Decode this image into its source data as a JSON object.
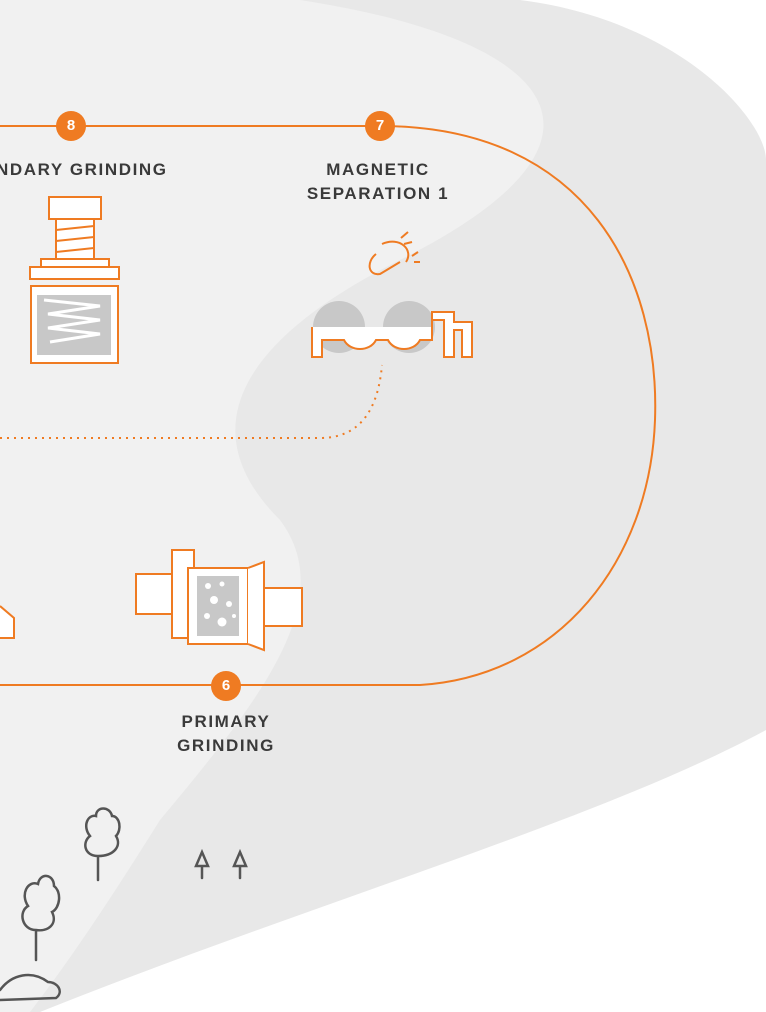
{
  "colors": {
    "accent": "#ef7b22",
    "band_outer": "#e8e8e8",
    "band_inner": "#f1f1f1",
    "icon_fill": "#c8c8c8",
    "text": "#3a3a3a"
  },
  "steps": [
    {
      "number": "8",
      "label": "NDARY GRINDING",
      "icon": "secondary-grinder-icon"
    },
    {
      "number": "7",
      "label_line1": "MAGNETIC",
      "label_line2": "SEPARATION 1",
      "icon": "magnetic-separator-icon"
    },
    {
      "number": "6",
      "label_line1": "PRIMARY",
      "label_line2": "GRINDING",
      "icon": "primary-grinding-mill-icon"
    }
  ],
  "decorations": [
    "magnet-icon",
    "tree-icon",
    "rock-icon"
  ]
}
